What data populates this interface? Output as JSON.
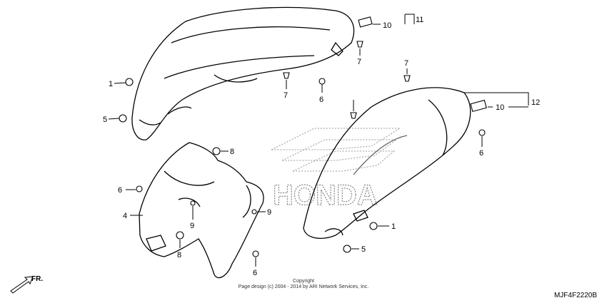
{
  "callouts": {
    "c1a": "1",
    "c5a": "5",
    "c11": "11",
    "c10a": "10",
    "c7a": "7",
    "c7b": "7",
    "c6a": "6",
    "c7c": "7",
    "c12": "12",
    "c10b": "10",
    "c6b": "6",
    "c8a": "8",
    "c6c": "6",
    "c4": "4",
    "c9a": "9",
    "c9b": "9",
    "c8b": "8",
    "c6d": "6",
    "c1b": "1",
    "c5b": "5"
  },
  "watermark": {
    "brand": "HONDA"
  },
  "copyright": {
    "line1": "Copyright",
    "line2": "Page design (c) 2004 - 2014 by ARI Network Services, Inc."
  },
  "diagram_code": "MJF4F2220B",
  "front_arrow": "FR."
}
